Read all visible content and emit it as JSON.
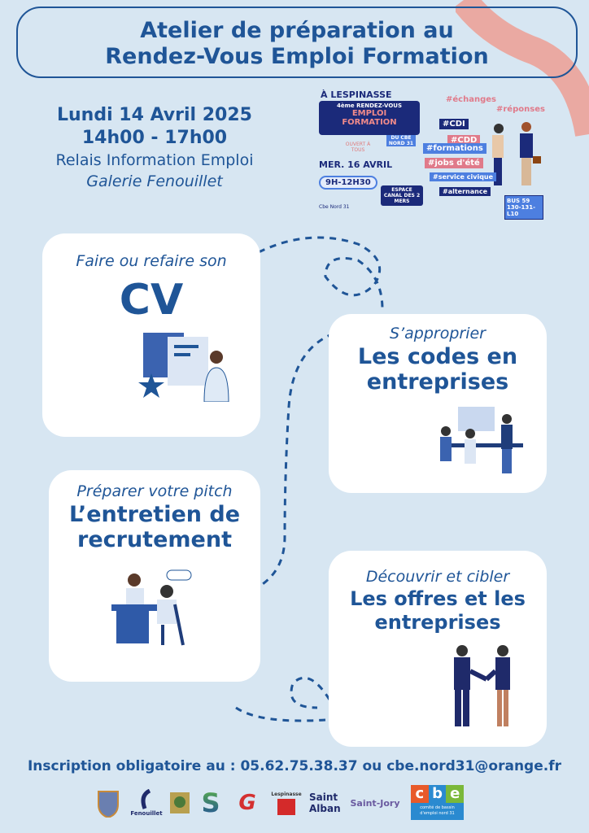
{
  "title": {
    "line1": "Atelier de préparation au",
    "line2": "Rendez-Vous Emploi Formation"
  },
  "info": {
    "date": "Lundi 14 Avril 2025",
    "time": "14h00 - 17h00",
    "place": "Relais Information Emploi",
    "venue": "Galerie Fenouillet"
  },
  "event_banner": {
    "town": "À LESPINASSE",
    "edition": "4ème RENDEZ-VOUS",
    "emploi": "EMPLOI",
    "formation": "FORMATION",
    "org": "DU CBE NORD 31",
    "open": "OUVERT À TOUS",
    "date": "MER. 16 AVRIL",
    "hours": "9H-12H30",
    "venue": "ESPACE CANAL DES 2 MERS",
    "facebook": "Cbe Nord 31",
    "bus": "BUS 59 130-131-L10",
    "tags": [
      "#échanges",
      "#réponses",
      "#CDI",
      "#CDD",
      "#formations",
      "#jobs d'été",
      "#service civique",
      "#alternance"
    ]
  },
  "cards": [
    {
      "sub": "Faire ou refaire son",
      "big": "CV"
    },
    {
      "sub": "S’approprier",
      "big": "Les codes en entreprises"
    },
    {
      "sub": "Préparer votre pitch",
      "big": "L’entretien de recrutement"
    },
    {
      "sub": "Découvrir et cibler",
      "big": "Les offres et les entreprises"
    }
  ],
  "footer": "Inscription obligatoire au : 05.62.75.38.37 ou cbe.nord31@orange.fr",
  "logos": [
    "Fenouillet",
    "Lespinasse",
    "Saint Alban",
    "Saint-Jory",
    "cbe",
    "comité de bassin d'emploi nord 31"
  ],
  "colors": {
    "primary": "#1f5597",
    "background": "#d7e6f2",
    "accent": "#e8a6a0"
  }
}
